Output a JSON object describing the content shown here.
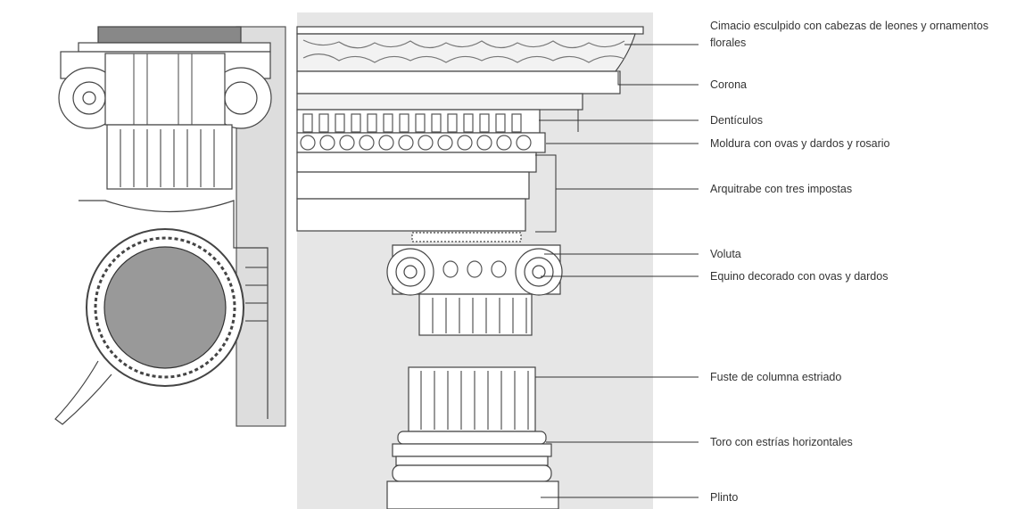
{
  "labels": [
    {
      "id": "cimacio",
      "line1": "Cimacio esculpido con cabezas de leones y ornamentos",
      "line2": "florales"
    },
    {
      "id": "corona",
      "text": "Corona"
    },
    {
      "id": "denticulos",
      "text": "Dentículos"
    },
    {
      "id": "moldura",
      "text": "Moldura con ovas y dardos y rosario"
    },
    {
      "id": "arquitrabe",
      "text": "Arquitrabe con tres impostas"
    },
    {
      "id": "voluta",
      "text": "Voluta"
    },
    {
      "id": "equino",
      "text": "Equino decorado con ovas y dardos"
    },
    {
      "id": "fuste",
      "text": "Fuste de columna estriado"
    },
    {
      "id": "toro",
      "text": "Toro con estrías horizontales"
    },
    {
      "id": "plinto",
      "text": "Plinto"
    }
  ],
  "colors": {
    "panel": "#e6e6e6",
    "ink": "#444444",
    "leader": "#333333"
  }
}
